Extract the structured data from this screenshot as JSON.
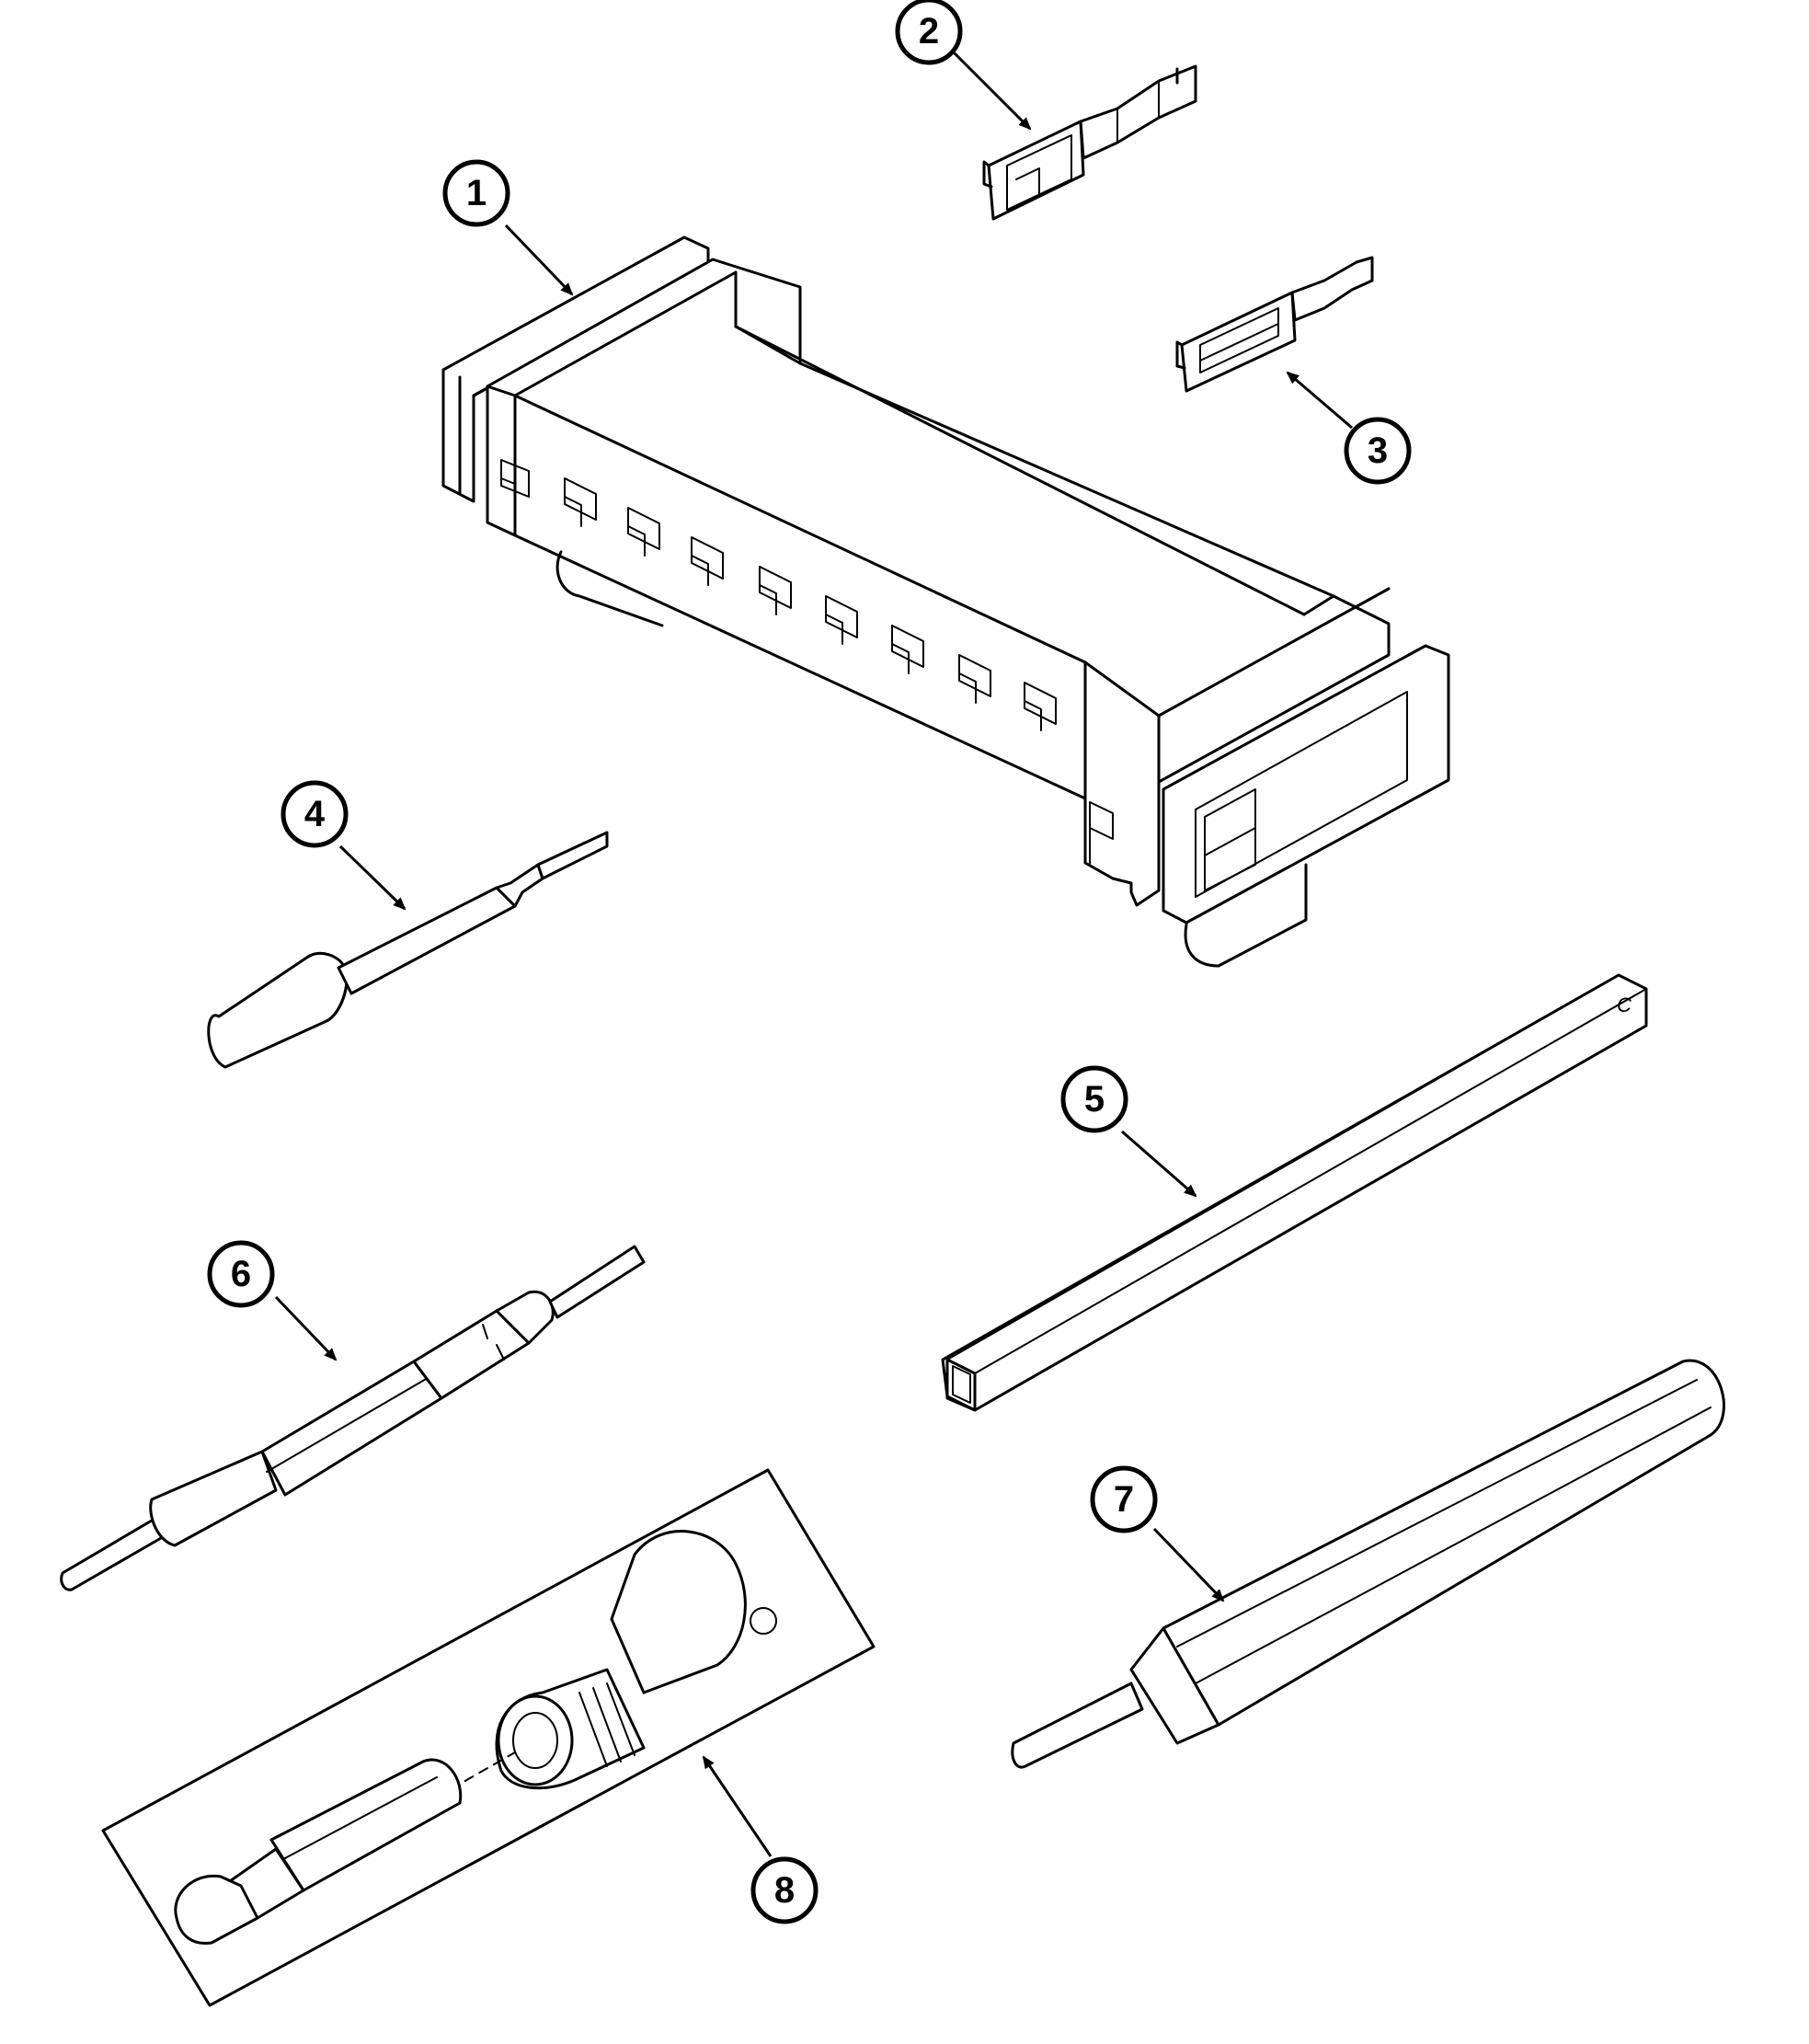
{
  "diagram": {
    "callouts": [
      "1",
      "2",
      "3",
      "4",
      "5",
      "6",
      "7",
      "8"
    ],
    "part_marking": "C"
  }
}
